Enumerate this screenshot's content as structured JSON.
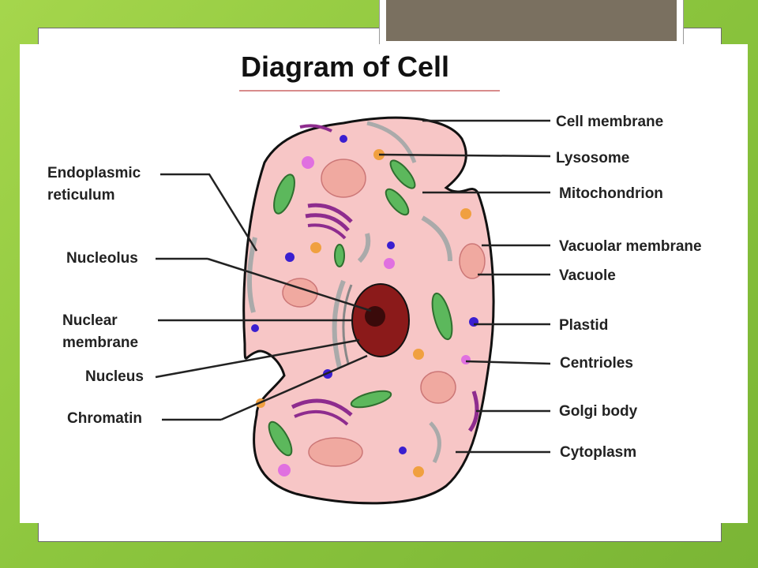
{
  "diagram": {
    "title": "Diagram of Cell",
    "labels_right": {
      "cell_membrane": "Cell membrane",
      "lysosome": "Lysosome",
      "mitochondrion": "Mitochondrion",
      "vacuolar_membrane": "Vacuolar membrane",
      "vacuole": "Vacuole",
      "plastid": "Plastid",
      "centrioles": "Centrioles",
      "golgi_body": "Golgi body",
      "cytoplasm": "Cytoplasm"
    },
    "labels_left": {
      "er_line1": "Endoplasmic",
      "er_line2": "reticulum",
      "nucleolus": "Nucleolus",
      "nuclear_line1": "Nuclear",
      "nuclear_line2": "membrane",
      "nucleus": "Nucleus",
      "chromatin": "Chromatin"
    }
  },
  "colors": {
    "background_green": "#8cc63f",
    "title_tab": "#7a7060",
    "cytoplasm": "#f7c6c6",
    "nucleus": "#8b1a1a",
    "mitochondrion": "#5cb85c",
    "golgi": "#8e2c8e",
    "vacuole": "#f0a9a0"
  }
}
